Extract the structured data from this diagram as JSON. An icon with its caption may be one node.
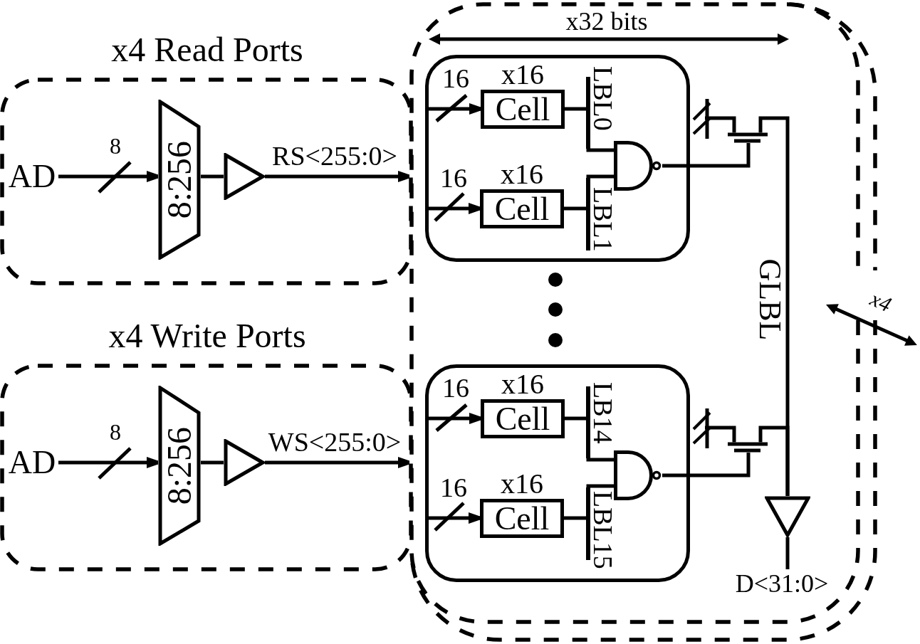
{
  "diagram": {
    "nodes": [
      {
        "text": [
          "x4 Read Ports"
        ]
      },
      {
        "text": [
          "AD"
        ],
        "in": 0
      },
      {
        "text": [
          "8:256"
        ],
        "in": 0
      },
      {
        "text": [],
        "shape": "triangle",
        "in": 0
      },
      {
        "text": [
          "x4 Write Ports"
        ]
      },
      {
        "text": [
          "AD"
        ],
        "in": 4
      },
      {
        "text": [
          "8:256"
        ],
        "in": 4
      },
      {
        "text": [],
        "shape": "triangle",
        "in": 4
      },
      {
        "text": [],
        "shape": "box"
      },
      {
        "text": [],
        "shape": "box",
        "in": 8
      },
      {
        "text": [
          "x16",
          "Cell"
        ],
        "in": 9
      },
      {
        "text": [
          "x16",
          "Cell"
        ],
        "in": 9
      },
      {
        "text": [
          "LBL0"
        ],
        "in": 9
      },
      {
        "text": [
          "LBL1"
        ],
        "in": 9
      },
      {
        "text": [],
        "shape": "gate",
        "in": 9
      },
      {
        "text": [],
        "shape": "transistor",
        "in": 8
      },
      {
        "text": [],
        "shape": "box",
        "in": 8
      },
      {
        "text": [
          "x16",
          "Cell"
        ],
        "in": 16
      },
      {
        "text": [
          "x16",
          "Cell"
        ],
        "in": 16
      },
      {
        "text": [
          "LB14"
        ],
        "in": 16
      },
      {
        "text": [
          "LBL15"
        ],
        "in": 16
      },
      {
        "text": [],
        "shape": "gate",
        "in": 16
      },
      {
        "text": [],
        "shape": "transistor",
        "in": 8
      },
      {
        "text": [],
        "shape": "triangle",
        "in": 8
      },
      {
        "text": [
          "D<31:0>"
        ],
        "in": 8
      }
    ],
    "edges": [
      {
        "from": 1,
        "to": 2,
        "arrow": "to",
        "label": "8"
      },
      {
        "from": 2,
        "to": 3,
        "arrow": "none"
      },
      {
        "from": 3,
        "to": 8,
        "arrow": "to",
        "label": "RS<255:0>"
      },
      {
        "from": 5,
        "to": 6,
        "arrow": "to",
        "label": "8"
      },
      {
        "from": 6,
        "to": 7,
        "arrow": "none"
      },
      {
        "from": 7,
        "to": 8,
        "arrow": "to",
        "label": "WS<255:0>"
      },
      {
        "from": 9,
        "to": 10,
        "arrow": "to",
        "label": "16"
      },
      {
        "from": 9,
        "to": 11,
        "arrow": "to",
        "label": "16"
      },
      {
        "from": 10,
        "to": 12,
        "arrow": "none"
      },
      {
        "from": 11,
        "to": 13,
        "arrow": "none"
      },
      {
        "from": 12,
        "to": 14,
        "arrow": "none"
      },
      {
        "from": 13,
        "to": 14,
        "arrow": "none"
      },
      {
        "from": 14,
        "to": 15,
        "arrow": "none"
      },
      {
        "from": 16,
        "to": 17,
        "arrow": "to",
        "label": "16"
      },
      {
        "from": 16,
        "to": 18,
        "arrow": "to",
        "label": "16"
      },
      {
        "from": 17,
        "to": 19,
        "arrow": "none"
      },
      {
        "from": 18,
        "to": 20,
        "arrow": "none"
      },
      {
        "from": 19,
        "to": 21,
        "arrow": "none"
      },
      {
        "from": 20,
        "to": 21,
        "arrow": "none"
      },
      {
        "from": 21,
        "to": 22,
        "arrow": "none"
      },
      {
        "from": 15,
        "to": 23,
        "arrow": "none",
        "label": "GLBL"
      },
      {
        "from": 22,
        "to": 23,
        "arrow": "none"
      },
      {
        "from": 23,
        "to": 24,
        "arrow": "none"
      }
    ],
    "labels": [
      "x32 bits",
      "x4"
    ]
  }
}
